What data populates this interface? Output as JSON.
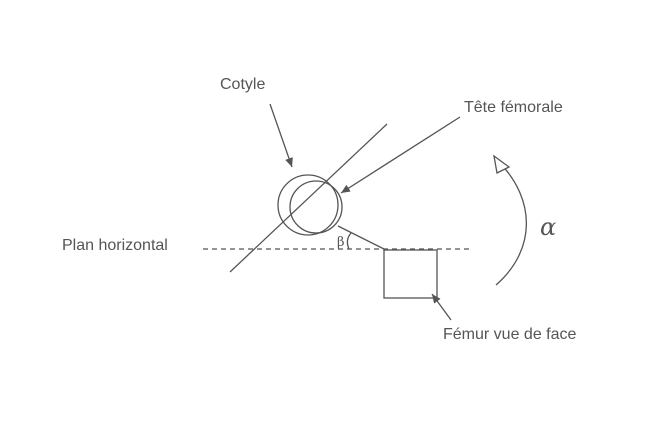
{
  "labels": {
    "cotyle": "Cotyle",
    "tete_femorale": "Tête fémorale",
    "plan_horizontal": "Plan horizontal",
    "femur": "Fémur vue de face",
    "alpha": "α",
    "beta": "β"
  },
  "colors": {
    "line": "#555555",
    "text": "#555555",
    "background": "#ffffff"
  }
}
